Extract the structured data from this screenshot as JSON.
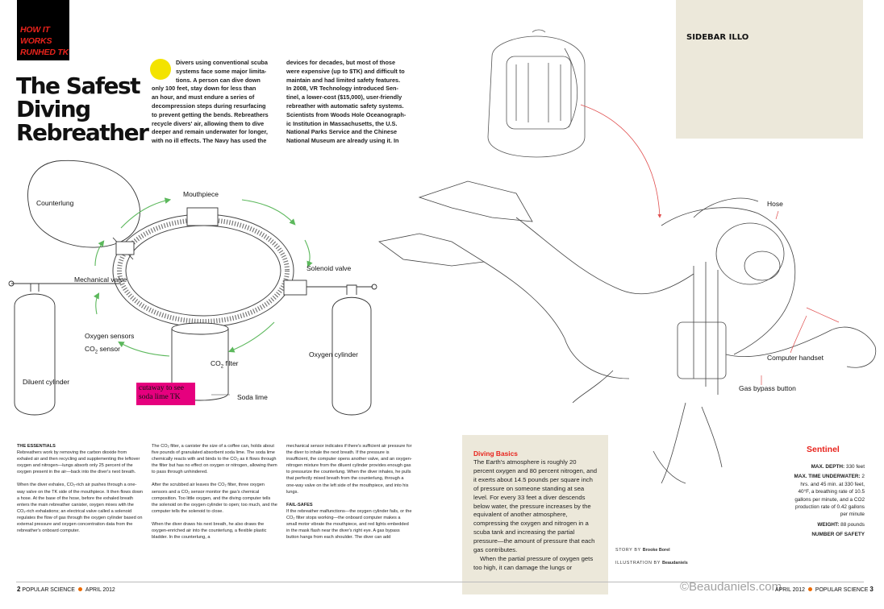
{
  "section_tag": [
    "HOW IT",
    "WORKS",
    "RUNHED TK"
  ],
  "headline": [
    "The Safest",
    "Diving",
    "Rebreather"
  ],
  "intro": {
    "col1": [
      "Divers using conventional scuba",
      "systems face some major limita-",
      "tions. A person can dive down",
      "only 100 feet, stay down for less than",
      "an hour, and must endure a series of",
      "decompression steps during resurfacing",
      "to prevent getting the bends. Rebreathers",
      "recycle divers' air, allowing them to dive",
      "deeper and remain underwater for longer,",
      "with no ill effects. The Navy has used the"
    ],
    "col2": [
      "devices for decades, but most of those",
      "were expensive (up to $TK) and difficult to",
      "maintain and had limited safety features.",
      "In 2008, VR Technology introduced Sen-",
      "tinel, a lower-cost ($15,000), user-friendly",
      "rebreather with automatic safety systems.",
      "Scientists from Woods Hole Oceanograph-",
      "ic Institution in Massachusetts, the U.S.",
      "National Parks Service and the Chinese",
      "National Museum are already using it. In"
    ]
  },
  "diagram_labels": {
    "counterlung": "Counterlung",
    "mouthpiece": "Mouthpiece",
    "solenoid": "Solenoid valve",
    "mechanical": "Mechanical valve",
    "oxygen_sensors": "Oxygen sensors",
    "co2_sensor_pre": "CO",
    "co2_sensor_sub": "2",
    "co2_sensor_post": " sensor",
    "diluent": "Diluent cylinder",
    "oxygen_cyl": "Oxygen cylinder",
    "co2_filter_pre": "CO",
    "co2_filter_sub": "2",
    "co2_filter_post": " filter",
    "soda_lime": "Soda lime",
    "cutaway": [
      "cutaway to see",
      "soda lime TK"
    ],
    "hose": "Hose",
    "computer_handset": "Computer handset",
    "gas_bypass": "Gas bypass button"
  },
  "body": {
    "col1": {
      "heading": "THE ESSENTIALS",
      "p1": "Rebreathers work by removing the carbon dioxide from exhaled air and then recycling and supplementing the leftover oxygen and nitrogen—lungs absorb only 25 percent of the oxygen present in the air—back into the diver's next breath.",
      "p2": "When the diver exhales, CO₂-rich air pushes through a one-way valve on the TK side of the mouthpiece. It then flows down a hose. At the base of the hose, before the exhaled breath enters the main rebreather canister, oxygen mixes with the CO₂-rich exhalations; an electrical valve called a solenoid regulates the flow of gas through the oxygen cylinder based on external pressure and oxygen concentration data from the rebreather's onboard computer."
    },
    "col2": {
      "p1": "The CO₂ filter, a canister the size of a coffee can, holds about five pounds of granulated absorbent soda lime. The soda lime chemically reacts with and binds to the CO₂ as it flows through the filter but has no effect on oxygen or nitrogen, allowing them to pass through unhindered.",
      "p2": "After the scrubbed air leaves the CO₂ filter, three oxygen sensors and a CO₂ sensor monitor the gas's chemical composition. Too little oxygen, and the diving computer tells the solenoid on the oxygen cylinder to open; too much, and the computer tells the solenoid to close.",
      "p3": "When the diver draws his next breath, he also draws the oxygen-enriched air into the counterlung, a flexible plastic bladder. In the counterlung, a"
    },
    "col3": {
      "p1": "mechanical sensor indicates if there's sufficient air pressure for the diver to inhale the next breath. If the pressure is insufficient, the computer opens another valve, and an oxygen-nitrogen mixture from the diluent cylinder provides enough gas to pressurize the counterlung. When the diver inhales, he pulls that perfectly mixed breath from the counterlung, through a one-way valve on the left side of the mouthpiece, and into his lungs.",
      "heading": "FAIL-SAFES",
      "p2": "If the rebreather malfunctions—the oxygen cylinder fails, or the CO₂ filter stops working—the onboard computer makes a small motor vibrate the mouthpiece, and red lights embedded in the mask flash near the diver's right eye. A gas bypass button hangs from each shoulder. The diver can add"
    }
  },
  "sidebar_illo": "SIDEBAR ILLO",
  "diving_basics": {
    "heading": "Diving Basics",
    "text": "The Earth's atmosphere is roughly 20 percent oxygen and 80 percent nitrogen, and it exerts about 14.5 pounds per square inch of pressure on someone standing at sea level. For every 33 feet a diver descends below water, the pressure increases by the equivalent of another atmosphere, compressing the oxygen and nitrogen in a scuba tank and increasing the partial pressure—the amount of pressure that each gas contributes.",
    "text2": "When the partial pressure of oxygen gets too high, it can damage the lungs or"
  },
  "credits": {
    "story_label": "STORY BY",
    "story": "Brooke Borel",
    "illo_label": "ILLUSTRATION BY",
    "illo": "Beaudaniels"
  },
  "sentinel": {
    "heading": "Sentinel",
    "specs": [
      {
        "k": "MAX. DEPTH:",
        "v": " 330 feet"
      },
      {
        "k": "MAX. TIME UNDERWATER:",
        "v": " 2 hrs. and 45 min. at 330 feet, 40°F, a breathing rate of 10.5 gallons per minute, and a CO2 production rate of 0.42 gallons per minute"
      },
      {
        "k": "WEIGHT:",
        "v": " 88 pounds"
      },
      {
        "k": "NUMBER OF SAFETY",
        "v": ""
      }
    ]
  },
  "footer": {
    "left_num": "2",
    "left_mag": "POPULAR SCIENCE",
    "left_date": "APRIL 2012",
    "right_date": "APRIL 2012",
    "right_mag": "POPULAR SCIENCE",
    "right_num": "3",
    "watermark": "©Beaudaniels.com"
  },
  "colors": {
    "accent_red": "#e8231c",
    "yellow_dot": "#f3e300",
    "sidebar_bg": "#ece8da",
    "callout_magenta": "#e6007e",
    "arrow_green": "#5cb85c"
  }
}
